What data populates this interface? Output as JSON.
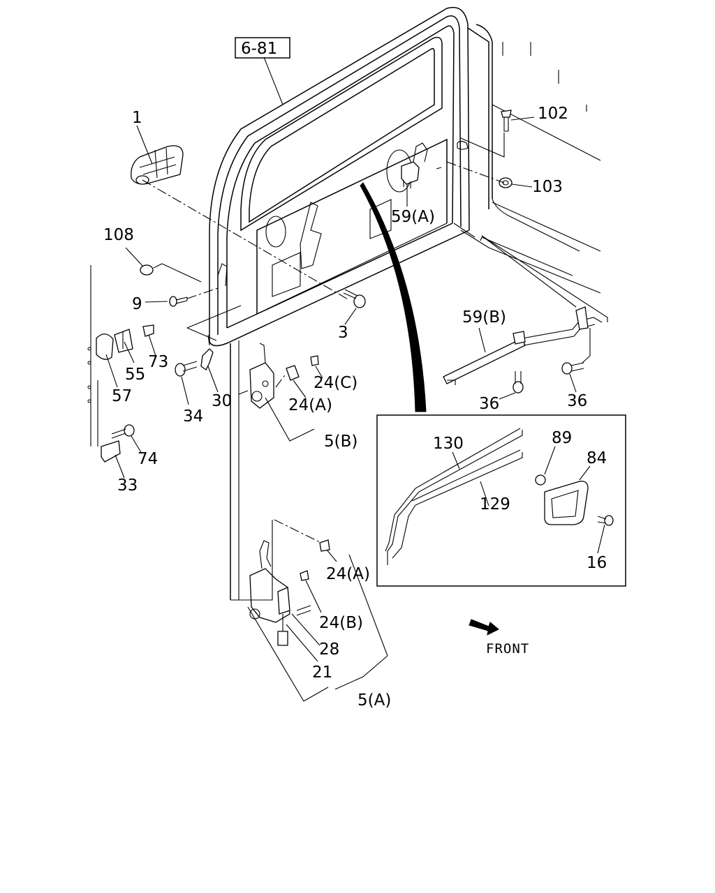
{
  "diagram": {
    "ref_box": "6-81",
    "direction_label": "FRONT",
    "callouts": [
      "1",
      "102",
      "103",
      "59(A)",
      "108",
      "9",
      "3",
      "59(B)",
      "73",
      "55",
      "57",
      "34",
      "30",
      "24(C)",
      "24(A)",
      "5(B)",
      "36",
      "36",
      "130",
      "89",
      "84",
      "129",
      "16",
      "74",
      "33",
      "24(A)",
      "24(B)",
      "28",
      "21",
      "5(A)"
    ]
  }
}
